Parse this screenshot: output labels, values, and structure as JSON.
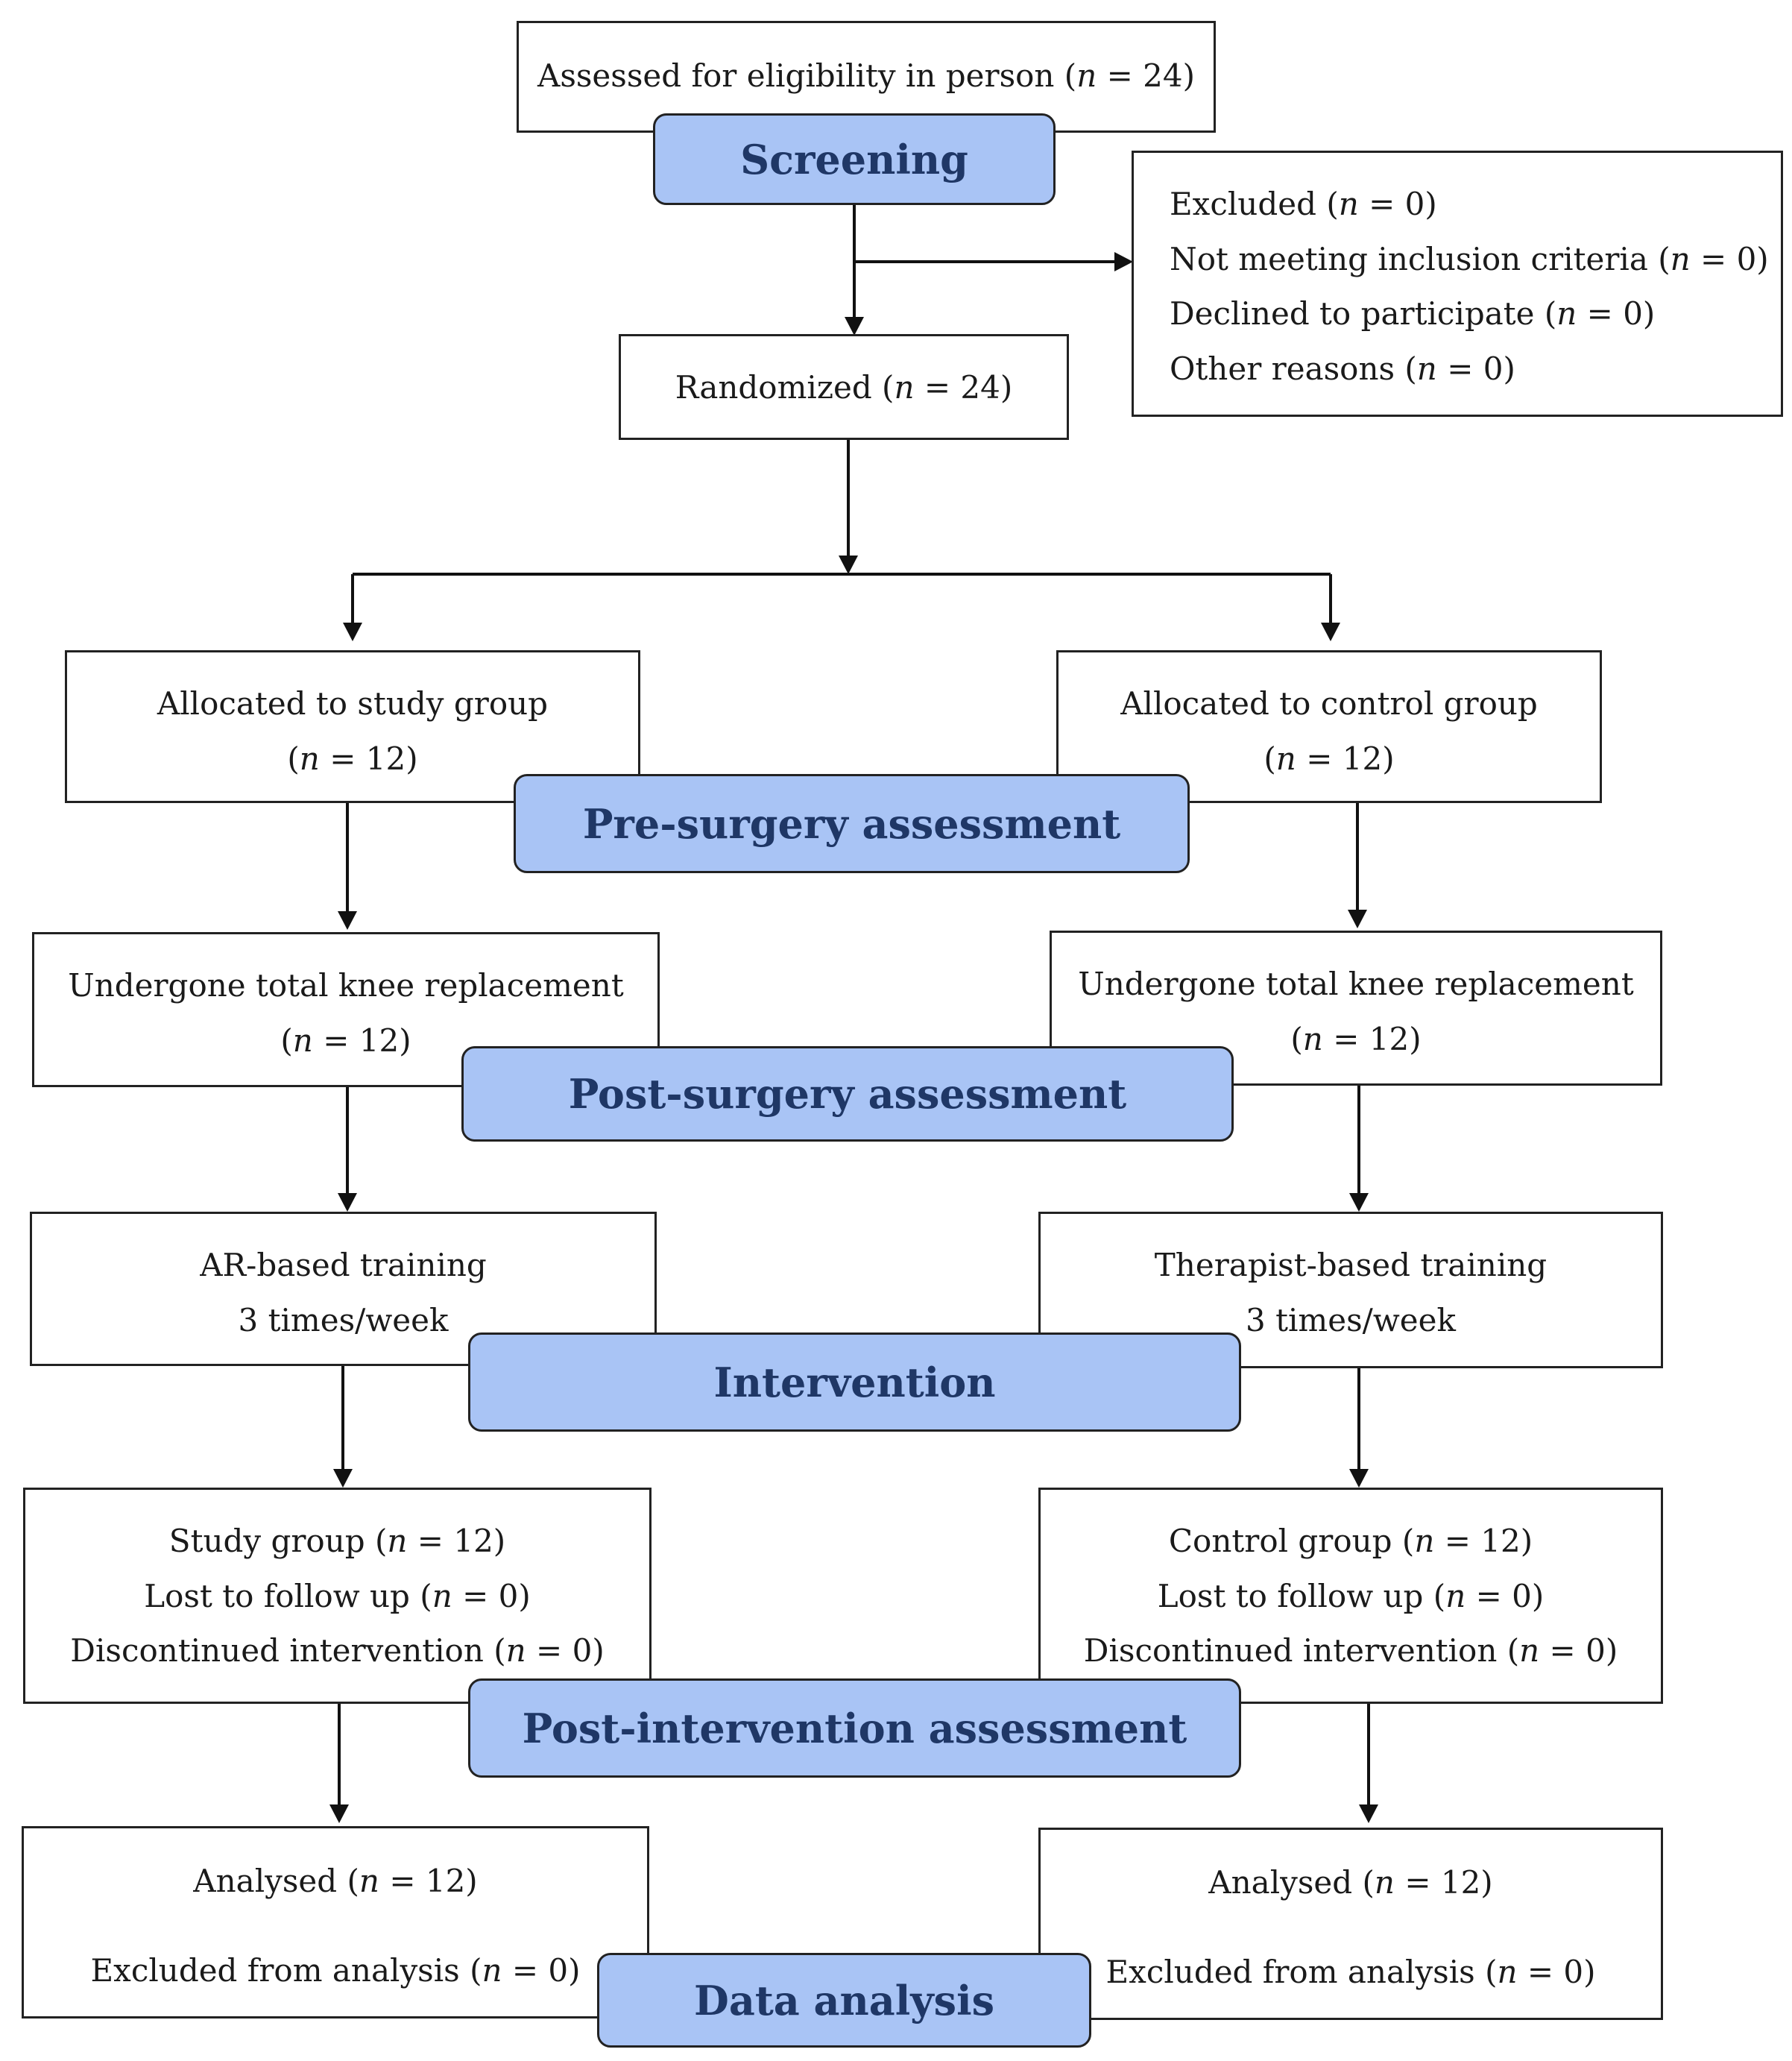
{
  "flow": {
    "screening": {
      "assessed": "Assessed for eligibility in person (n = 24)",
      "stage": "Screening",
      "excluded": [
        "Excluded (n = 0)",
        "Not meeting inclusion criteria (n = 0)",
        "Declined to participate (n = 0)",
        "Other reasons (n = 0)"
      ],
      "randomized": "Randomized (n = 24)"
    },
    "study": {
      "allocated": [
        "Allocated to study group",
        "(n = 12)"
      ],
      "surgery": [
        "Undergone total knee replacement",
        "(n = 12)"
      ],
      "training": [
        "AR-based training",
        "3 times/week"
      ],
      "followup": [
        "Study group (n = 12)",
        "Lost to follow up (n = 0)",
        "Discontinued intervention (n = 0)"
      ],
      "analysis": [
        "Analysed (n = 12)",
        "Excluded from analysis (n = 0)"
      ]
    },
    "control": {
      "allocated": [
        "Allocated to control group",
        "(n = 12)"
      ],
      "surgery": [
        "Undergone total knee replacement",
        "(n = 12)"
      ],
      "training": [
        "Therapist-based training",
        "3 times/week"
      ],
      "followup": [
        "Control group (n = 12)",
        "Lost to follow up (n = 0)",
        "Discontinued intervention (n = 0)"
      ],
      "analysis": [
        "Analysed (n = 12)",
        "Excluded from analysis (n = 0)"
      ]
    },
    "stages": {
      "pre_surgery": "Pre-surgery assessment",
      "post_surgery": "Post-surgery assessment",
      "intervention": "Intervention",
      "post_intervention": "Post-intervention assessment",
      "data_analysis": "Data analysis"
    }
  },
  "colors": {
    "stage_fill": "#a9c4f5",
    "stage_text": "#1f3766",
    "line": "#111111"
  }
}
